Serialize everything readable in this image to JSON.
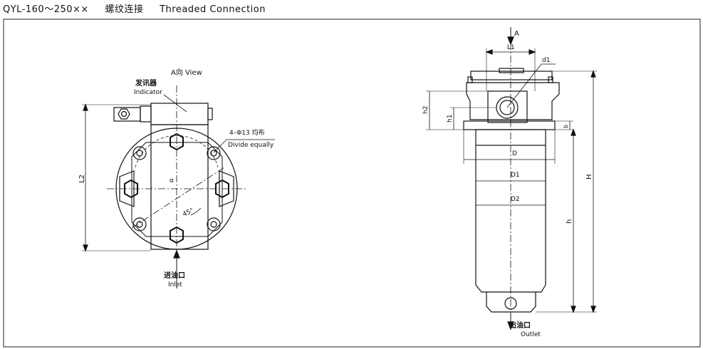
{
  "header": {
    "model": "QYL-160～250××",
    "connection_cn": "螺纹连接",
    "connection_en": "Threaded Connection"
  },
  "left_view": {
    "view_label": "A向 View",
    "indicator_cn": "发讯器",
    "indicator_en": "Indicator",
    "holes_label": "4–Φ13 均布",
    "holes_label_en": "Divide equally",
    "dim_l2": "L2",
    "dim_alpha": "α",
    "angle": "45°",
    "inlet_cn": "进油口",
    "inlet_en": "Inlet"
  },
  "right_view": {
    "arrow_a": "A",
    "dim_l1": "L1",
    "dim_d1_small": "d1",
    "dim_h2": "h2",
    "dim_h1": "h1",
    "dim_b": "b",
    "dim_D": "D",
    "dim_D1": "D1",
    "dim_D2": "D2",
    "dim_H": "H",
    "dim_h": "h",
    "outlet_cn": "出油口",
    "outlet_en": "Outlet"
  }
}
